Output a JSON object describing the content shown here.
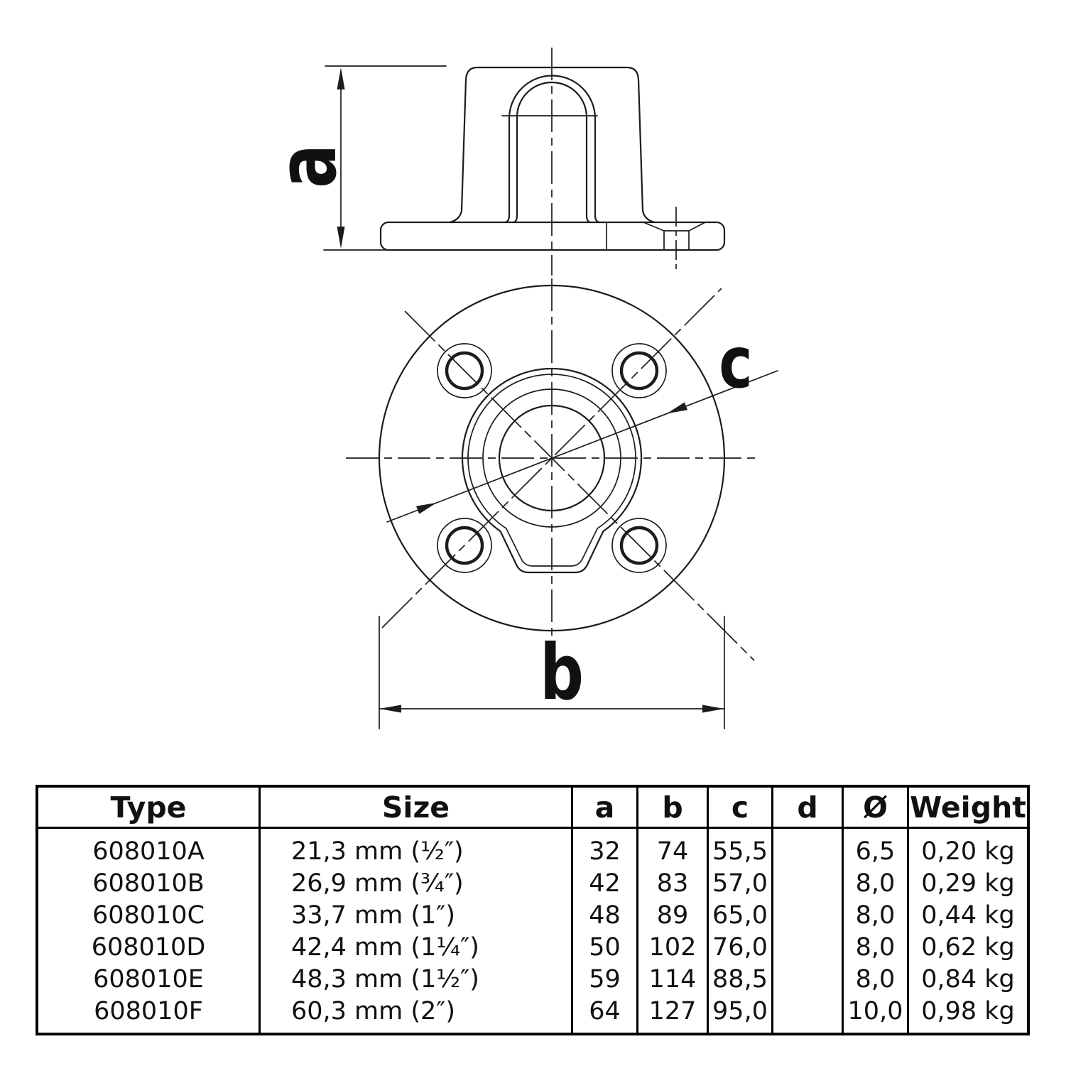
{
  "drawing": {
    "labels": {
      "a": "a",
      "b": "b",
      "c": "c"
    }
  },
  "table": {
    "headers": {
      "type": "Type",
      "size": "Size",
      "a": "a",
      "b": "b",
      "c": "c",
      "d": "d",
      "diameter": "Ø",
      "weight": "Weight"
    },
    "rows": [
      {
        "type": "608010A",
        "size": "21,3 mm (½″)",
        "a": "32",
        "b": "74",
        "c": "55,5",
        "d": "",
        "diameter": "6,5",
        "weight": "0,20 kg"
      },
      {
        "type": "608010B",
        "size": "26,9 mm (¾″)",
        "a": "42",
        "b": "83",
        "c": "57,0",
        "d": "",
        "diameter": "8,0",
        "weight": "0,29 kg"
      },
      {
        "type": "608010C",
        "size": "33,7 mm (1″)",
        "a": "48",
        "b": "89",
        "c": "65,0",
        "d": "",
        "diameter": "8,0",
        "weight": "0,44 kg"
      },
      {
        "type": "608010D",
        "size": "42,4 mm (1¼″)",
        "a": "50",
        "b": "102",
        "c": "76,0",
        "d": "",
        "diameter": "8,0",
        "weight": "0,62 kg"
      },
      {
        "type": "608010E",
        "size": "48,3 mm (1½″)",
        "a": "59",
        "b": "114",
        "c": "88,5",
        "d": "",
        "diameter": "8,0",
        "weight": "0,84 kg"
      },
      {
        "type": "608010F",
        "size": "60,3 mm (2″)",
        "a": "64",
        "b": "127",
        "c": "95,0",
        "d": "",
        "diameter": "10,0",
        "weight": "0,98 kg"
      }
    ]
  }
}
